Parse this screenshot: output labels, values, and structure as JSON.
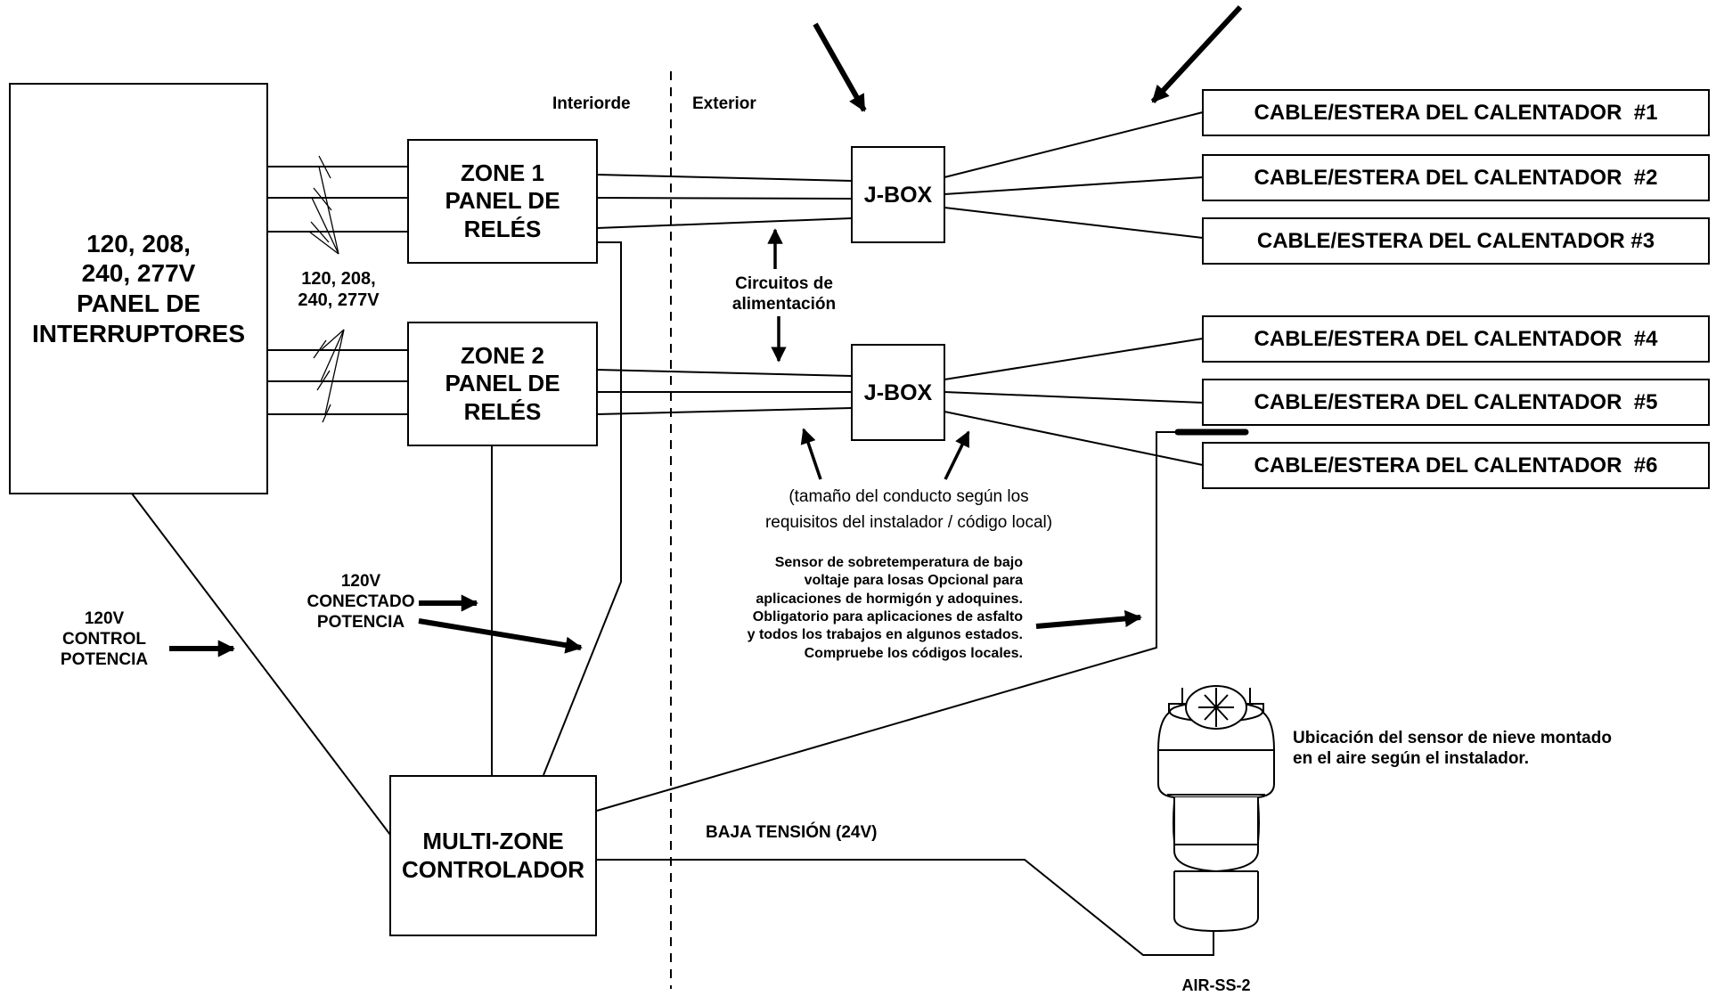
{
  "breaker_panel": {
    "label": "120, 208,\n240, 277V\nPANEL DE\nINTERRUPTORES"
  },
  "voltage_label": "120, 208,\n240, 277V",
  "zone1_panel": {
    "label": "ZONE 1\nPANEL DE\nRELÉS"
  },
  "zone2_panel": {
    "label": "ZONE 2\nPANEL DE\nRELÉS"
  },
  "controller": {
    "label": "MULTI-ZONE\nCONTROLADOR"
  },
  "jbox_top": {
    "label": "J-BOX"
  },
  "jbox_bottom": {
    "label": "J-BOX"
  },
  "interior_label": "Interiorde",
  "exterior_label": "Exterior",
  "cables": [
    "CABLE/ESTERA DEL CALENTADOR  #1",
    "CABLE/ESTERA DEL CALENTADOR  #2",
    "CABLE/ESTERA DEL CALENTADOR #3",
    "CABLE/ESTERA DEL CALENTADOR  #4",
    "CABLE/ESTERA DEL CALENTADOR  #5",
    "CABLE/ESTERA DEL CALENTADOR  #6"
  ],
  "power_circuits_label": "Circuitos de\nalimentación",
  "conduit_note": "(tamaño del conducto según los\nrequisitos del instalador / código local)",
  "sensor_note": "Sensor de sobretemperatura de bajo\nvoltaje para losas Opcional para\naplicaciones de hormigón y adoquines.\nObligatorio para aplicaciones de asfalto\ny todos los trabajos en algunos estados.\nCompruebe los códigos locales.",
  "connected_power_label": "120V\nCONECTADO\nPOTENCIA",
  "control_power_label": "120V\nCONTROL\nPOTENCIA",
  "low_voltage_label": "BAJA TENSIÓN (24V)",
  "snow_sensor_note": "Ubicación del sensor de nieve montado\nen el aire según el instalador.",
  "sensor_model": "AIR-SS-2"
}
